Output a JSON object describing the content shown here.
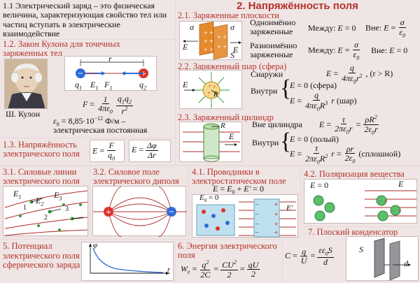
{
  "p11": {
    "text": "1.1 Электрический заряд – это физическая величина, характеризующая свойство тел или частиц вступать в электрические взаимодействие"
  },
  "p12": {
    "title": "1.2. Закон Кулона для точечных заряженных тел",
    "r": "r",
    "q1": "q",
    "q1sub": "1",
    "q2": "q",
    "q2sub": "2",
    "e1": "E",
    "e1sub": "1",
    "fvec": "F",
    "fvecsub": "1",
    "f": "F",
    "eq": "=",
    "one": "1",
    "four_pi": "4πε",
    "zero": "0",
    "qq": "q",
    "r2": "r",
    "eps0_line1": "ε",
    "eps0_line1b": "0",
    "eps0_value": "= 8,85·10",
    "eps0_exp": "−12",
    "eps0_unit": "Ф/м –",
    "eps0_line2": "электрическая постоянная",
    "portrait_caption": "Ш. Кулон"
  },
  "p13": {
    "title": "1.3. Напряжённость электрического поля",
    "e": "E",
    "f": "F",
    "q0": "q",
    "q0sub": "0",
    "dphi": "Δφ",
    "dr": "Δr"
  },
  "p2": {
    "title": "2. Напряжённость поля",
    "s21": "2.1. Заряженные плоскости",
    "opp": "Одноимённо заряженные",
    "diff": "Разноимённо заряженные",
    "between": "Между:",
    "outside": "Вне:",
    "e": "E",
    "zero": "0",
    "sigma": "σ",
    "eps0": "ε",
    "eps0sub": "0",
    "sigma_label": "σ",
    "s_label": "S",
    "s22": "2.2. Заряженный шар (сфера)",
    "snaruzhi": "Снаружи",
    "vnutri": "Внутри",
    "sphere": "(сфера)",
    "ball": "(шар)",
    "r_gt_R": ", (r > R)",
    "q": "q",
    "r": "r",
    "R": "R",
    "s23": "2.3. Заряженный цилиндр",
    "outside_cyl": "Вне цилиндра",
    "tau": "τ",
    "rho": "ρ",
    "hollow": "(полый)",
    "solid": "(сплошной)",
    "two_pi": "2πε",
    "four_pi": "4πε"
  },
  "p31": {
    "title": "3.1. Силовые линии электрического поля",
    "e1": "E",
    "e1sub": "1",
    "e2": "E",
    "e2sub": "2",
    "e3": "E",
    "e3sub": "3",
    "n1": "1",
    "n2": "2",
    "n3": "3"
  },
  "p32": {
    "title": "3.2. Силовое поле электрического диполя"
  },
  "p41": {
    "title": "4.1. Проводники в электростатическом поле",
    "formula_e": "E",
    "formula_e0": "E",
    "formula_e0sub": "0",
    "formula_ep": "E'",
    "formula_zero": "0",
    "e0_label": "E",
    "e0sub": "0",
    "eq0": "= 0",
    "ep_label": "E'"
  },
  "p42": {
    "title": "4.2. Поляризация вещества",
    "e": "E",
    "eq0": "= 0"
  },
  "p5": {
    "title": "5. Потенциал электрического поля сферического заряда",
    "phi": "φ",
    "r": "r"
  },
  "p6": {
    "title": "6. Энергия электрического поля",
    "w": "W",
    "wsub": "e",
    "q2": "q",
    "two_c": "2C",
    "cu2": "CU",
    "two": "2",
    "qu": "qU",
    "exp2": "2"
  },
  "p7": {
    "title": "7. Плоский конденсатор",
    "c": "C",
    "q": "q",
    "u": "U",
    "eps": "ε",
    "eps0": "ε",
    "zero": "0",
    "s": "S",
    "d": "d",
    "s_label": "S",
    "d_label": "d"
  },
  "colors": {
    "heading": "#b4322a",
    "panel": "#efe5e4",
    "background": "#e8dada",
    "plus": "#d9342b",
    "minus": "#2f6bd6",
    "field_line": "#b22b2b",
    "green_dot": "#2c9a35"
  }
}
